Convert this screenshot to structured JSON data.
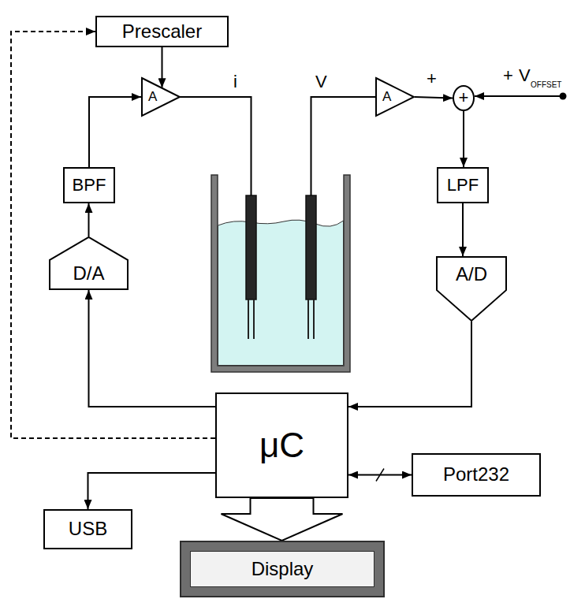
{
  "diagram": {
    "nodes": [
      {
        "text": [
          "Prescaler"
        ]
      },
      {
        "text": [
          "A"
        ]
      },
      {
        "text": [
          "A"
        ]
      },
      {
        "text": [
          "+"
        ]
      },
      {
        "text": [
          "BPF"
        ]
      },
      {
        "text": [
          "LPF"
        ]
      },
      {
        "text": [
          "D/A"
        ]
      },
      {
        "text": [
          "A/D"
        ]
      },
      {
        "text": [
          "μC"
        ]
      },
      {
        "text": [
          "Port232"
        ]
      },
      {
        "text": [
          "USB"
        ]
      },
      {
        "text": [
          "Display"
        ]
      }
    ],
    "edges": [
      {
        "from": 0,
        "to": 1,
        "arrow": "to"
      },
      {
        "from": 4,
        "to": 1,
        "arrow": "to"
      },
      {
        "from": 6,
        "to": 4,
        "arrow": "to"
      },
      {
        "from": 8,
        "to": 6,
        "arrow": "to"
      },
      {
        "from": 8,
        "to": 0,
        "arrow": "to"
      },
      {
        "from": 2,
        "to": 3,
        "arrow": "to"
      },
      {
        "from": 3,
        "to": 5,
        "arrow": "to"
      },
      {
        "from": 5,
        "to": 7,
        "arrow": "to"
      },
      {
        "from": 7,
        "to": 8,
        "arrow": "to"
      },
      {
        "from": 8,
        "to": 9,
        "arrow": "both"
      },
      {
        "from": 8,
        "to": 10,
        "arrow": "to"
      },
      {
        "from": 8,
        "to": 11,
        "arrow": "to"
      }
    ],
    "labels": [
      "i",
      "V",
      "+",
      "+",
      "V",
      "OFFSET"
    ]
  }
}
